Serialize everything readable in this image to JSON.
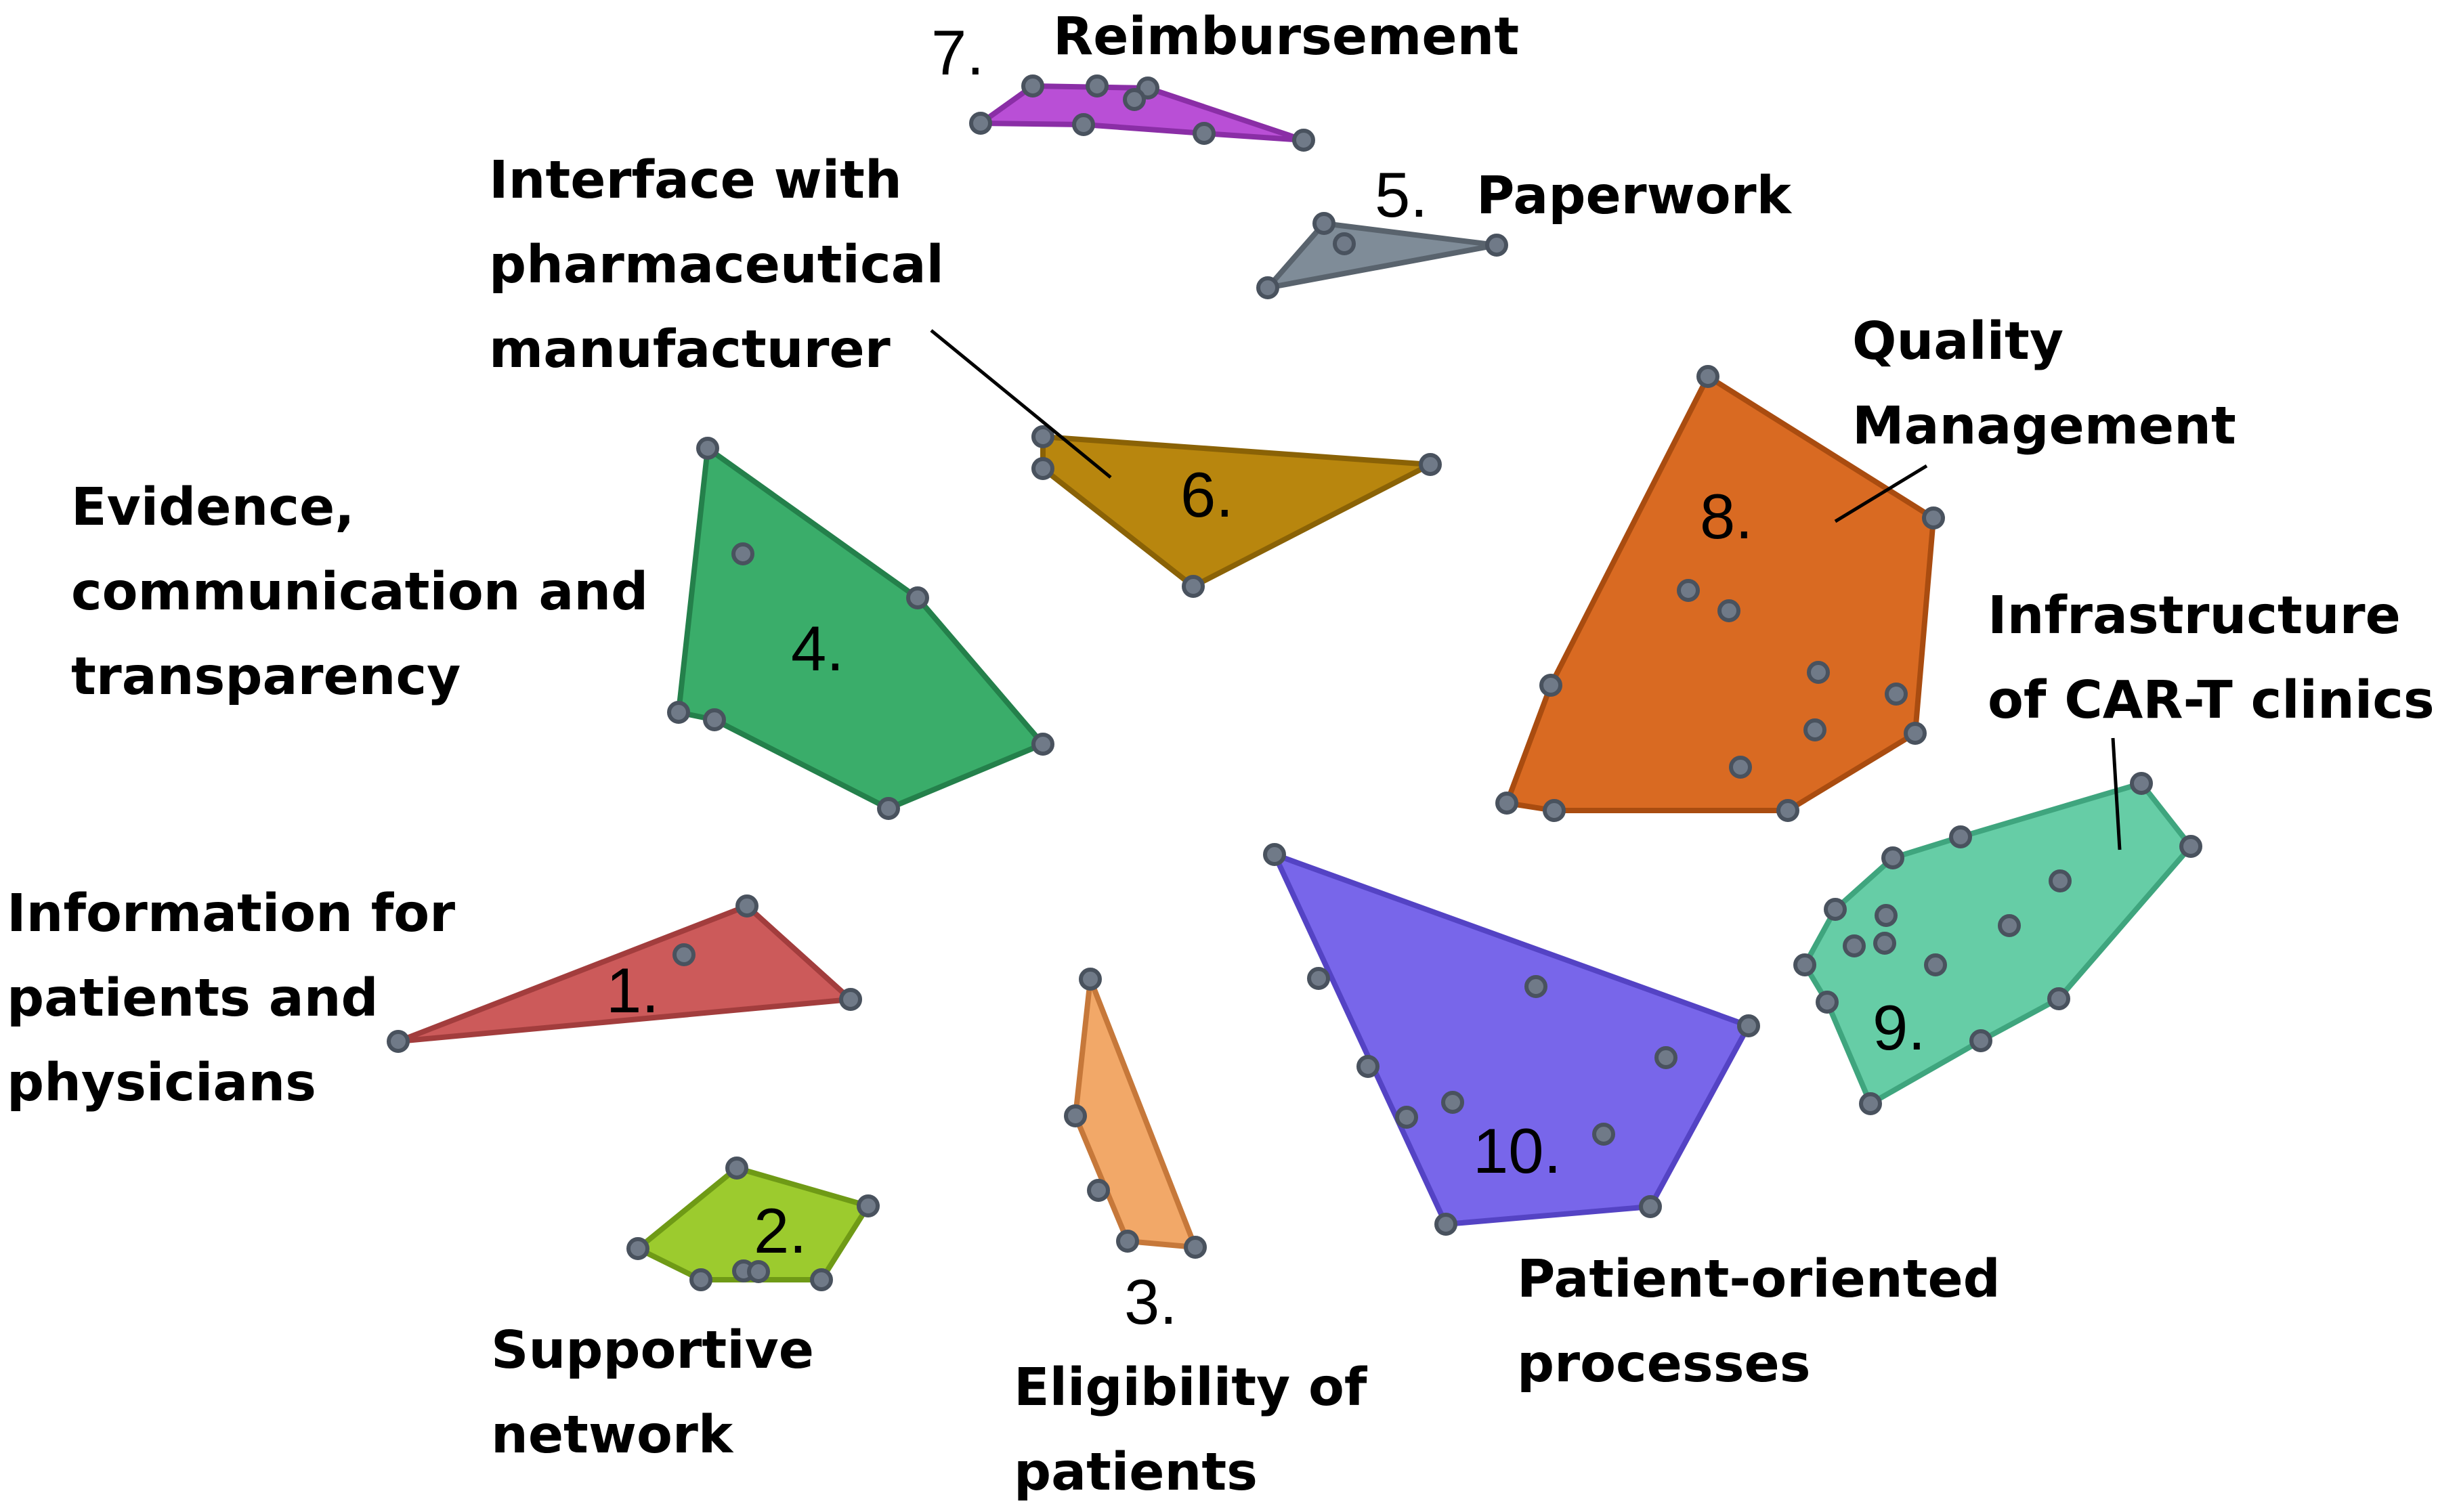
{
  "clusters": [
    {
      "id": "c1",
      "number": "1.",
      "label_lines": [
        "Information for",
        "patients and",
        "physicians"
      ],
      "fill": "#cc5a5a",
      "stroke": "#a23d3d"
    },
    {
      "id": "c2",
      "number": "2.",
      "label_lines": [
        "Supportive",
        "network"
      ],
      "fill": "#9ccb2e",
      "stroke": "#6f9a16"
    },
    {
      "id": "c3",
      "number": "3.",
      "label_lines": [
        "Eligibility of",
        "patients"
      ],
      "fill": "#f2a868",
      "stroke": "#c6783a"
    },
    {
      "id": "c4",
      "number": "4.",
      "label_lines": [
        "Evidence,",
        "communication and",
        "transparency"
      ],
      "fill": "#3aad6a",
      "stroke": "#24804b"
    },
    {
      "id": "c5",
      "number": "5.",
      "label_lines": [
        "Paperwork"
      ],
      "fill": "#7f8c98",
      "stroke": "#59636d"
    },
    {
      "id": "c6",
      "number": "6.",
      "label_lines": [
        "Interface with",
        "pharmaceutical",
        "manufacturer"
      ],
      "fill": "#b8860e",
      "stroke": "#8a6206"
    },
    {
      "id": "c7",
      "number": "7.",
      "label_lines": [
        "Reimbursement"
      ],
      "fill": "#b94fd6",
      "stroke": "#8a2ea6"
    },
    {
      "id": "c8",
      "number": "8.",
      "label_lines": [
        "Quality",
        "Management"
      ],
      "fill": "#d96a22",
      "stroke": "#a94c10"
    },
    {
      "id": "c9",
      "number": "9.",
      "label_lines": [
        "Infrastructure",
        "of CAR-T clinics"
      ],
      "fill": "#66cda6",
      "stroke": "#3fa57e"
    },
    {
      "id": "c10",
      "number": "10.",
      "label_lines": [
        "Patient-oriented",
        "processes"
      ],
      "fill": "#7866ea",
      "stroke": "#5443c4"
    }
  ]
}
